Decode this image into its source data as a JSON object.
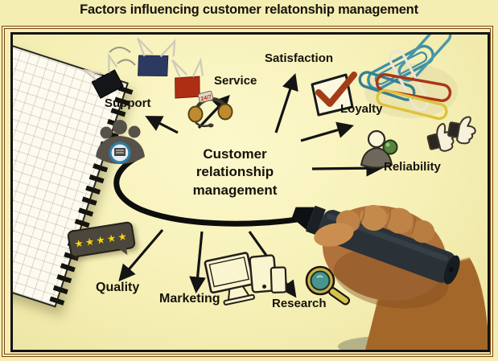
{
  "title": "Factors influencing customer relatonship management",
  "center_node": {
    "label": "Customer relationship management"
  },
  "factors": {
    "support": {
      "label": "Support"
    },
    "service": {
      "label": "Service"
    },
    "satisfaction": {
      "label": "Satisfaction"
    },
    "loyalty": {
      "label": "Loyalty"
    },
    "reliability": {
      "label": "Reliability"
    },
    "quality": {
      "label": "Quality"
    },
    "marketing": {
      "label": "Marketing"
    },
    "research": {
      "label": "Research"
    }
  },
  "icons": {
    "five_star_rating": {
      "glyphs": "★★★★★"
    },
    "headset_badge": "24/7",
    "support_team": "people-group-with-chat-badge",
    "satisfaction_checkbox": "checkbox-with-red-tick",
    "loyalty_person": "person-with-green-magnifier",
    "reliability_thumbs": "two-thumbs-up",
    "marketing_devices": "monitor-tablet-phone",
    "research_magnifier": "magnifying-glass",
    "notebook": "spiral-notebook",
    "binder_clips": "binder-clips",
    "paper_clips": "paper-clips",
    "hand_marker": "hand-holding-black-marker"
  },
  "colors": {
    "background": "#f4eeb3",
    "frame_border": "#7a4414",
    "canvas_border": "#141414",
    "arrow": "#141414",
    "star_yellow": "#f2d412",
    "check_red": "#a33d18",
    "clip_navy": "#2c3a62",
    "clip_red": "#ae2e14",
    "paperclip_teal": "#3e8fa3",
    "paperclip_red": "#ab3418",
    "paperclip_yellow": "#dec23c",
    "marker_body": "#2a3137",
    "skin": "#b0713a"
  }
}
